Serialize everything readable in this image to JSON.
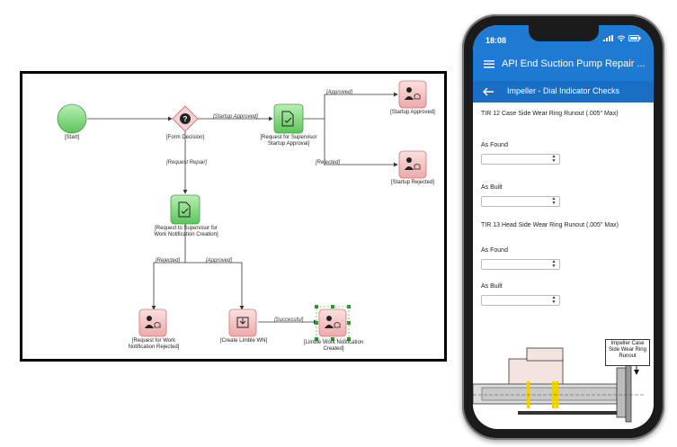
{
  "workflow": {
    "nodes": {
      "start": "[Start]",
      "form_decision": "[Form Decision]",
      "request_supervisor_startup": "[Request for Supervisor Startup Approval]",
      "startup_approved": "[Startup Approved]",
      "startup_rejected": "[Startup Rejected]",
      "request_supervisor_wn": "[Request to Supervisor for Work Notification Creation]",
      "request_wn_rejected": "[Request for Work Notification Rejected]",
      "create_limble_wn": "[Create Limble WN]",
      "limble_wn_created": "[Limble Work Notification Created]"
    },
    "edges": {
      "startup_approved": "[Startup Approved]",
      "request_repair": "[Request Repair]",
      "approved_top": "[Approved]",
      "rejected_top": "[Rejected]",
      "rejected_bottom": "[Rejected]",
      "approved_bottom": "[Approved]",
      "successful": "[Successful]"
    }
  },
  "phone": {
    "status_time": "18:08",
    "app_title": "API End Suction Pump Repair ...",
    "page_title": "Impeller - Dial Indicator Checks",
    "sections": [
      {
        "title": "TIR 12 Case Side Wear Ring Runout (.005\" Max)",
        "as_found_label": "As Found",
        "as_built_label": "As Built"
      },
      {
        "title": "TIR 13 Head Side Wear Ring Runout (.005\" Max)",
        "as_found_label": "As Found",
        "as_built_label": "As Built"
      }
    ],
    "callout": "Impeller Case Side Wear Ring Runout"
  },
  "colors": {
    "app_blue": "#1f7ad4",
    "start_green": "#8ee08a",
    "task_green": "#7ed67a",
    "end_red": "#f5c6c6",
    "decision_pink": "#f6d3d3"
  },
  "icons": [
    "menu-icon",
    "back-arrow-icon",
    "question-icon",
    "document-check-icon",
    "person-bell-icon",
    "download-icon",
    "wifi-icon",
    "battery-icon",
    "signal-icon"
  ]
}
